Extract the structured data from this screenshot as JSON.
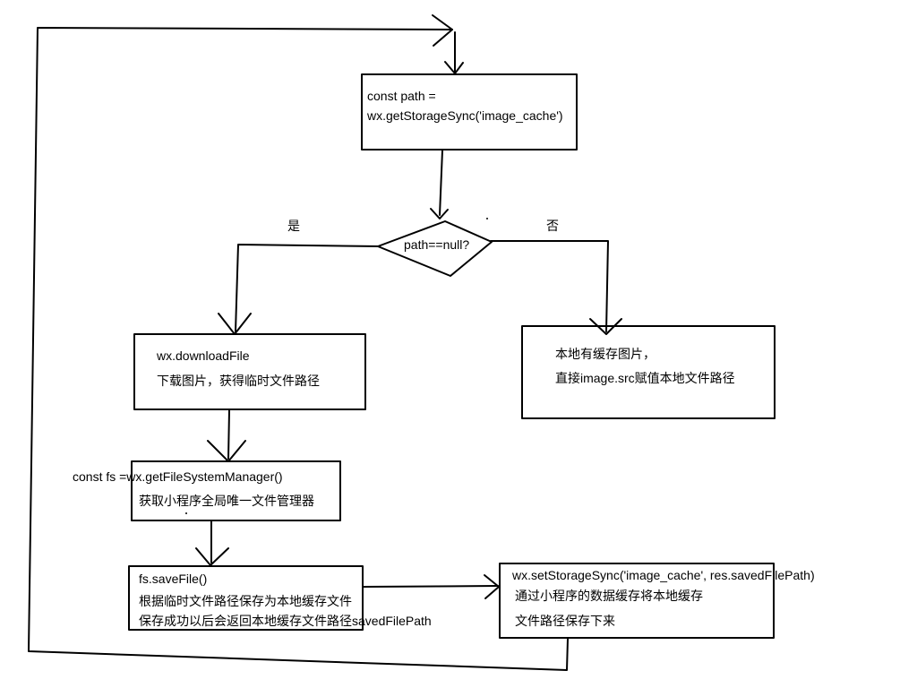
{
  "box_get_cache": {
    "line1": "const path =",
    "line2": "wx.getStorageSync('image_cache')"
  },
  "decision": {
    "label": "path==null?",
    "yes": "是",
    "no": "否"
  },
  "box_download": {
    "line1": "wx.downloadFile",
    "line2": "下载图片，获得临时文件路径"
  },
  "box_local": {
    "line1": "本地有缓存图片，",
    "line2": "直接image.src赋值本地文件路径"
  },
  "box_fs_manager": {
    "line1": "const fs =wx.getFileSystemManager()",
    "line2": "获取小程序全局唯一文件管理器"
  },
  "box_save_file": {
    "line1": "fs.saveFile()",
    "line2": "根据临时文件路径保存为本地缓存文件",
    "line3": "保存成功以后会返回本地缓存文件路径savedFilePath"
  },
  "box_set_storage": {
    "line1": "wx.setStorageSync('image_cache', res.savedFilePath)",
    "line2": "通过小程序的数据缓存将本地缓存",
    "line3": "文件路径保存下来"
  }
}
